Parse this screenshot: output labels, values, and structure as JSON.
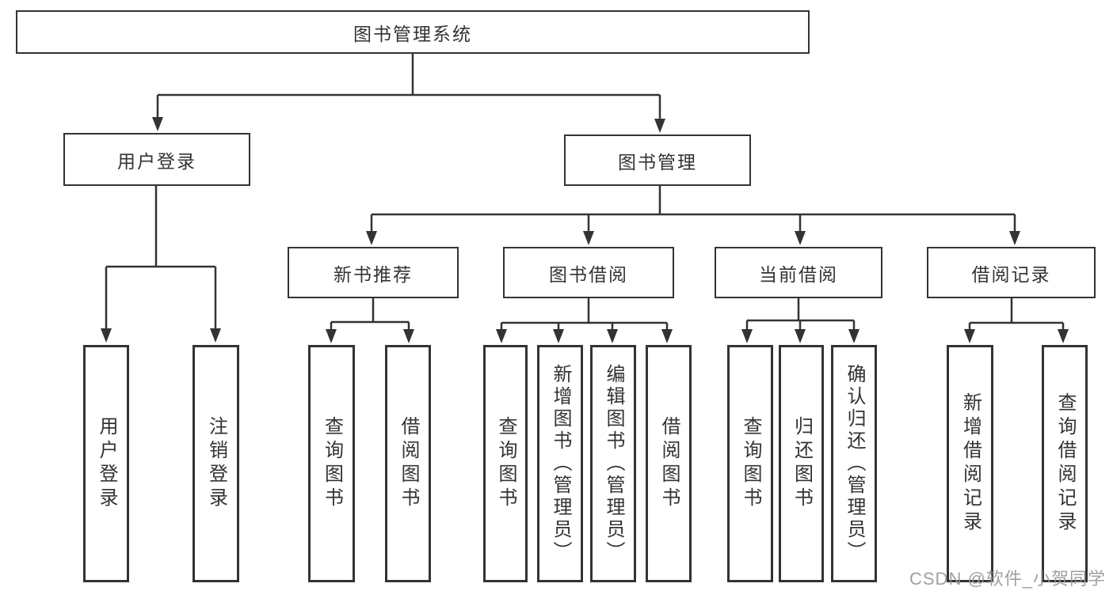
{
  "colors": {
    "ink": "#333333",
    "watermark_gray": "#969696",
    "background": "#ffffff"
  },
  "watermark": "CSDN @软件_小贺同学",
  "tree": {
    "label": "图书管理系统",
    "children": [
      {
        "label": "用户登录",
        "children": [
          {
            "label": "用户登录"
          },
          {
            "label": "注销登录"
          }
        ]
      },
      {
        "label": "图书管理",
        "children": [
          {
            "label": "新书推荐",
            "children": [
              {
                "label": "查询图书"
              },
              {
                "label": "借阅图书"
              }
            ]
          },
          {
            "label": "图书借阅",
            "children": [
              {
                "label": "查询图书"
              },
              {
                "label": "新增图书（管理员）"
              },
              {
                "label": "编辑图书（管理员）"
              },
              {
                "label": "借阅图书"
              }
            ]
          },
          {
            "label": "当前借阅",
            "children": [
              {
                "label": "查询图书"
              },
              {
                "label": "归还图书"
              },
              {
                "label": "确认归还（管理员）"
              }
            ]
          },
          {
            "label": "借阅记录",
            "children": [
              {
                "label": "新增借阅记录"
              },
              {
                "label": "查询借阅记录"
              }
            ]
          }
        ]
      }
    ]
  }
}
